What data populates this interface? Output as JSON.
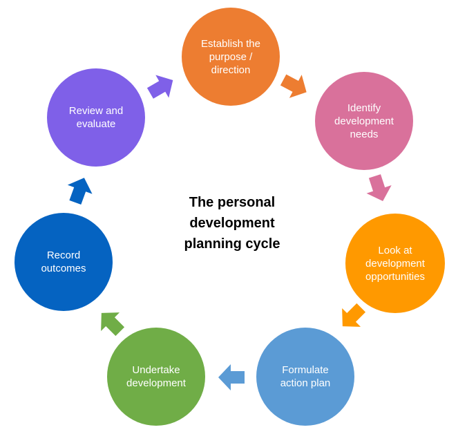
{
  "title": [
    "The personal",
    "development",
    "planning cycle"
  ],
  "steps": [
    {
      "lines": [
        "Establish the",
        "purpose /",
        "direction"
      ],
      "color": "#ed7d31"
    },
    {
      "lines": [
        "Identify",
        "development",
        "needs"
      ],
      "color": "#d9719b"
    },
    {
      "lines": [
        "Look at",
        "development",
        "opportunities"
      ],
      "color": "#ff9900"
    },
    {
      "lines": [
        "Formulate",
        "action plan"
      ],
      "color": "#5b9bd5"
    },
    {
      "lines": [
        "Undertake",
        "development"
      ],
      "color": "#70ad47"
    },
    {
      "lines": [
        "Record",
        "outcomes"
      ],
      "color": "#0563c1"
    },
    {
      "lines": [
        "Review and",
        "evaluate"
      ],
      "color": "#7f60e8"
    }
  ]
}
